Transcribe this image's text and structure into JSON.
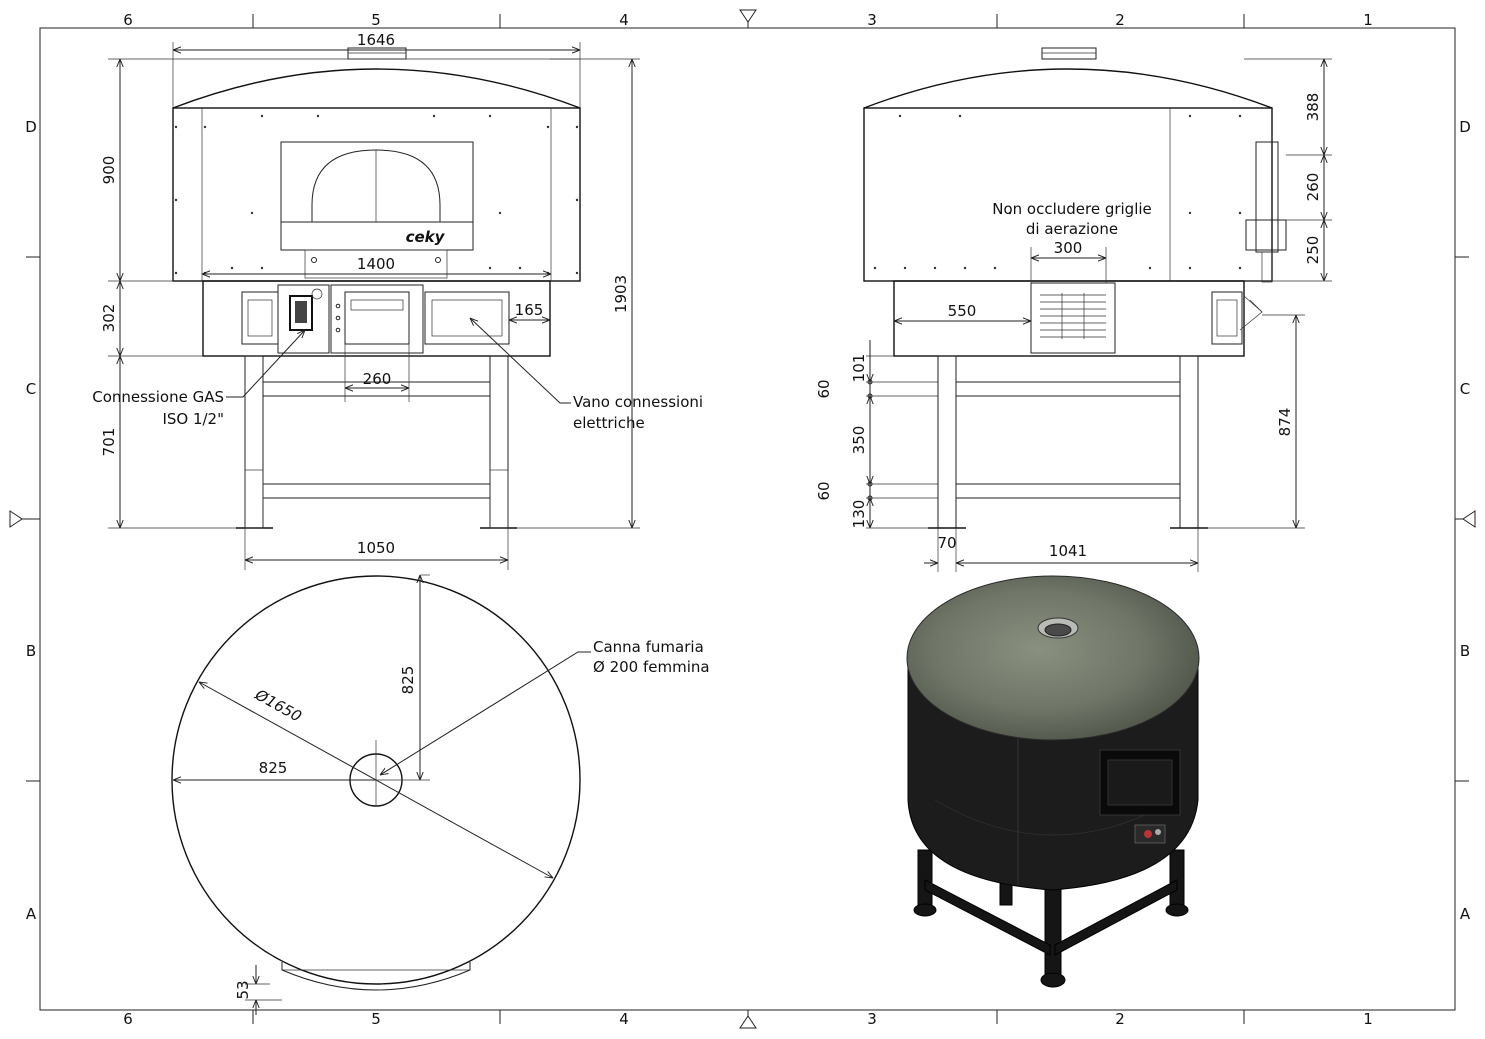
{
  "frame": {
    "columns_top": [
      "6",
      "5",
      "4",
      "3",
      "2",
      "1"
    ],
    "columns_bottom": [
      "6",
      "5",
      "4",
      "3",
      "2",
      "1"
    ],
    "rows_left": [
      "D",
      "C",
      "B",
      "A"
    ],
    "rows_right": [
      "D",
      "C",
      "B",
      "A"
    ]
  },
  "front_view": {
    "brand_logo": "ceky",
    "dims": {
      "overall_width": "1646",
      "dome_height": "900",
      "inner_width": "1400",
      "base_height": "302",
      "total_height": "1903",
      "panel_width": "165",
      "door_width": "260",
      "stand_height": "701",
      "stand_width": "1050"
    },
    "gas_label": [
      "Connessione GAS",
      "ISO 1/2\""
    ],
    "electrical_label": [
      "Vano connessioni",
      "elettriche"
    ]
  },
  "side_view": {
    "ventilation_note": [
      "Non occludere griglie",
      "di aerazione"
    ],
    "dims": {
      "grille_width": "300",
      "grille_offset": "550",
      "top_388": "388",
      "mid_260": "260",
      "low_250": "250",
      "floor_height": "874",
      "d101": "101",
      "d60a": "60",
      "d350": "350",
      "d60b": "60",
      "d130": "130",
      "leg_width": "70",
      "leg_span": "1041"
    }
  },
  "top_view": {
    "diameter": "Ø1650",
    "radius_h": "825",
    "radius_v": "825",
    "bottom_offset": "53",
    "flue_label": [
      "Canna fumaria",
      "Ø 200 femmina"
    ]
  },
  "render_3d": {
    "body_color": "#1c1c1c",
    "dome_color": "#6f7668"
  }
}
